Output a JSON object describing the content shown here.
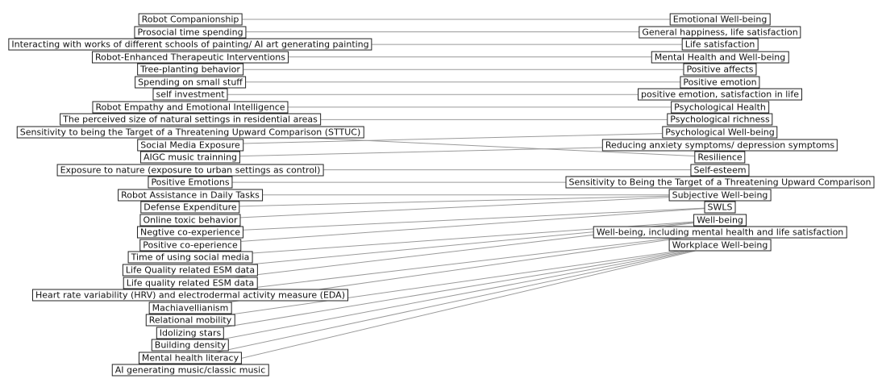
{
  "left_nodes": [
    "Robot Companionship",
    "Prosocial time spending",
    "Interacting with works of different schools of painting/ AI art generating painting",
    "Robot-Enhanced Therapeutic Interventions",
    "Tree-planting behavior",
    "Spending on small stuff",
    "self investment",
    "Robot Empathy and Emotional Intelligence",
    "The perceived size of natural settings in residential areas",
    "Sensitivity to being the Target of a Threatening Upward Comparison (STTUC)",
    "Social Media Exposure",
    "AIGC music trainning",
    "Exposure to nature (exposure to urban settings as control)",
    "Positive Emotions",
    "Robot Assistance in Daily Tasks",
    "Defense Expenditure",
    "Online toxic behavior",
    "Negtive co-experience",
    "Positive co-eperience",
    "Time of using social media",
    "Life Quality related ESM data",
    "Life quality related ESM data",
    "Heart rate variability (HRV) and electrodermal activity measure (EDA)",
    "Machiavellianism",
    "Relational mobility",
    "Idolizing stars",
    "Building density",
    "Mental health literacy",
    "AI generating music/classic music"
  ],
  "right_nodes": [
    "Emotional Well-being",
    "General happiness, life satisfaction",
    "Life satisfaction",
    "Mental Health and Well-being",
    "Positive affects",
    "Positive emotion",
    "positive emotion, satisfaction in life",
    "Psychological Health",
    "Psychological richness",
    "Psychological Well-being",
    "Reducing anxiety symptoms/ depression symptoms",
    "Resilience",
    "Self-esteem",
    "Sensitivity to Being the Target of a Threatening Upward Comparison",
    "Subjective Well-being",
    "SWLS",
    "Well-being",
    "Well-being, including mental health and life satisfaction",
    "Workplace Well-being"
  ],
  "links": [
    [
      0,
      0
    ],
    [
      1,
      1
    ],
    [
      2,
      2
    ],
    [
      3,
      3
    ],
    [
      4,
      4
    ],
    [
      5,
      5
    ],
    [
      6,
      6
    ],
    [
      7,
      7
    ],
    [
      8,
      8
    ],
    [
      9,
      11
    ],
    [
      10,
      9
    ],
    [
      11,
      10
    ],
    [
      12,
      12
    ],
    [
      13,
      13
    ],
    [
      14,
      14
    ],
    [
      15,
      14
    ],
    [
      16,
      14
    ],
    [
      17,
      15
    ],
    [
      18,
      15
    ],
    [
      19,
      16
    ],
    [
      20,
      16
    ],
    [
      21,
      16
    ],
    [
      22,
      17
    ],
    [
      23,
      17
    ],
    [
      24,
      18
    ],
    [
      25,
      18
    ],
    [
      26,
      18
    ],
    [
      27,
      18
    ],
    [
      28,
      18
    ]
  ]
}
